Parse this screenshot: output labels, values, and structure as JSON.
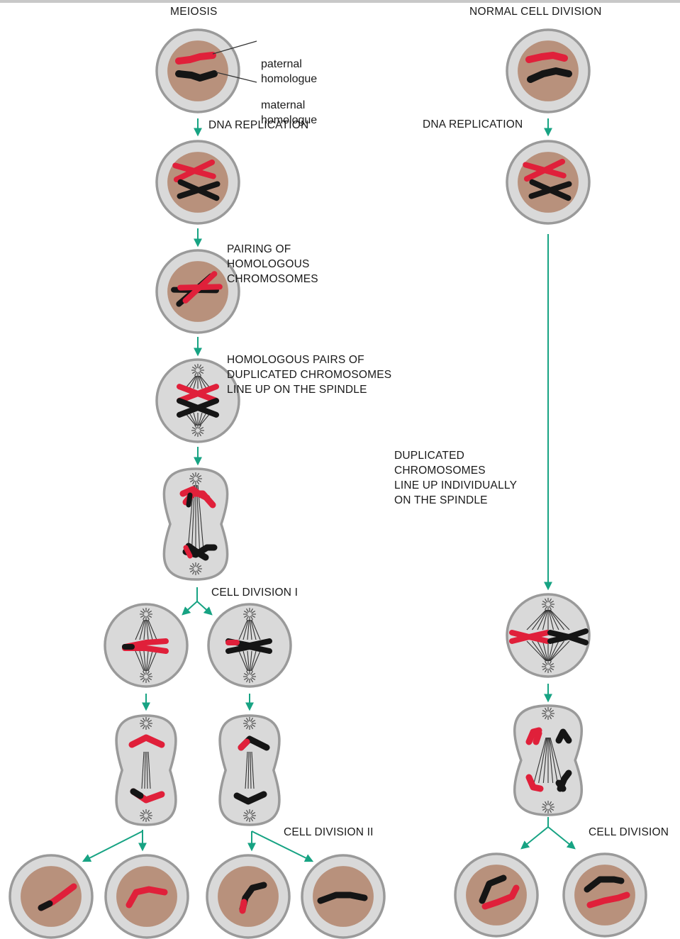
{
  "headers": {
    "meiosis": "MEIOSIS",
    "normal": "NORMAL CELL DIVISION"
  },
  "labels": {
    "paternal": [
      "paternal",
      "homologue"
    ],
    "maternal": [
      "maternal",
      "homologue"
    ],
    "dna_replication_left": "DNA REPLICATION",
    "dna_replication_right": "DNA REPLICATION",
    "pairing": [
      "PAIRING OF",
      "HOMOLOGOUS",
      "CHROMOSOMES"
    ],
    "homologous_pairs": [
      "HOMOLOGOUS PAIRS OF",
      "DUPLICATED CHROMOSOMES",
      "LINE UP ON THE SPINDLE"
    ],
    "duplicated": [
      "DUPLICATED",
      "CHROMOSOMES",
      "LINE UP INDIVIDUALLY",
      "ON THE SPINDLE"
    ],
    "cell_division_1": "CELL DIVISION I",
    "cell_division_2": "CELL DIVISION II",
    "cell_division": "CELL DIVISION"
  },
  "colors": {
    "paternal": "#e0203a",
    "maternal": "#151515",
    "nucleus": "#b8917c",
    "cytoplasm": "#d9d9d9",
    "membrane": "#9a9a9a",
    "arrow": "#17a383"
  }
}
